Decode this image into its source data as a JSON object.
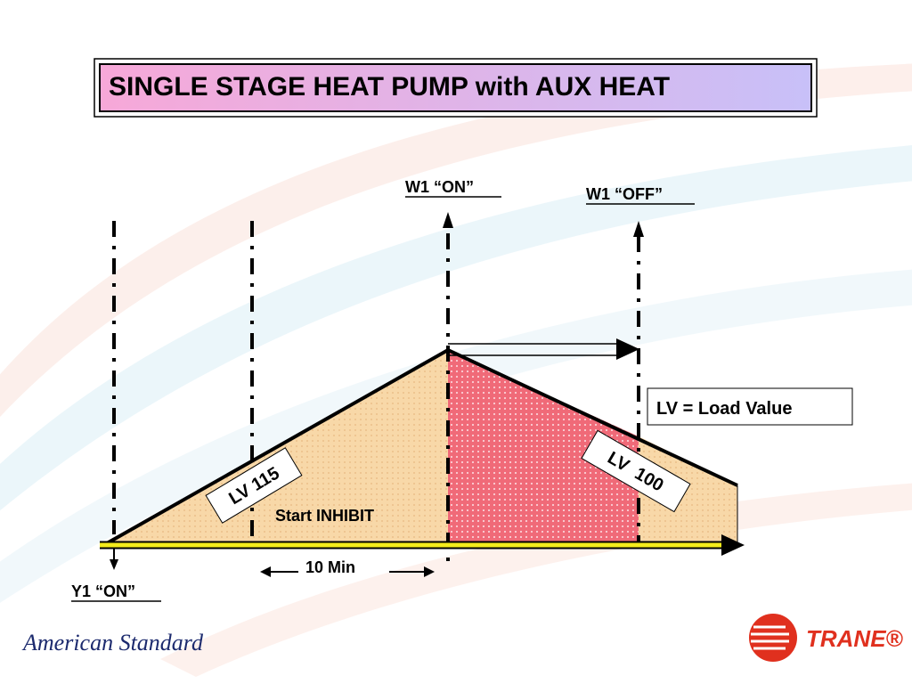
{
  "slide": {
    "title": "SINGLE STAGE HEAT PUMP with AUX HEAT"
  },
  "diagram": {
    "labels": {
      "w1_on": "W1 “ON”",
      "w1_off": "W1 “OFF”",
      "y1_on": "Y1 “ON”",
      "lv_115": "LV 115",
      "lv_100": "LV  100",
      "start_inhibit": "Start INHIBIT",
      "ten_min": "10 Min"
    },
    "legend": {
      "text": "LV = Load Value"
    },
    "colors": {
      "tan_fill": "#f8d8a8",
      "red_fill": "#f06a78",
      "axis_yellow": "#f4ec1c",
      "title_gradient_start": "#f7a8d8",
      "title_gradient_end": "#c8c0f8"
    }
  },
  "footer": {
    "left_logo_text": "American Standard",
    "right_logo_text": "TRANE®",
    "colors": {
      "trane_red": "#e0301e",
      "american_standard_navy": "#1c2a6e"
    }
  }
}
